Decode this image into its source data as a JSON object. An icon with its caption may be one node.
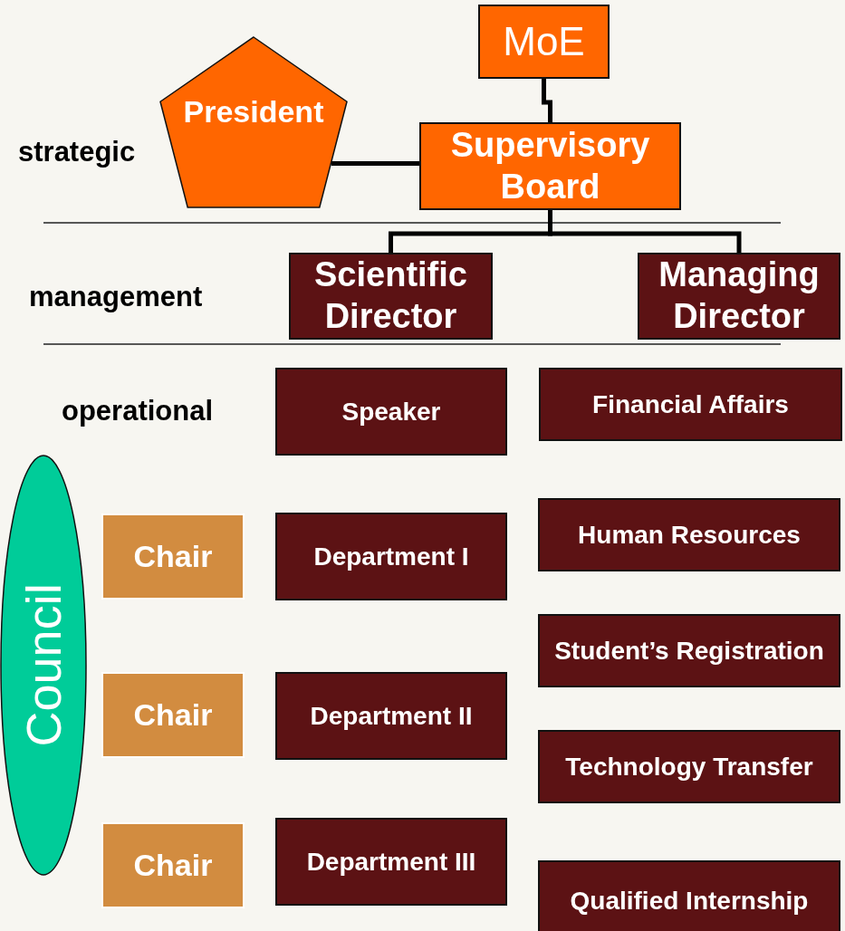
{
  "diagram": {
    "nodes": [
      {
        "text": [
          "MoE"
        ]
      },
      {
        "text": [
          "President"
        ]
      },
      {
        "text": [
          "Supervisory Board"
        ]
      },
      {
        "text": [
          "Scientific Director"
        ]
      },
      {
        "text": [
          "Managing Director"
        ]
      },
      {
        "text": [
          "Speaker"
        ]
      },
      {
        "text": [
          "Financial Affairs"
        ]
      },
      {
        "text": [
          "Council"
        ]
      },
      {
        "text": [
          "Chair"
        ]
      },
      {
        "text": [
          "Department I"
        ]
      },
      {
        "text": [
          "Human Resources"
        ]
      },
      {
        "text": [
          "Student’s Registration"
        ]
      },
      {
        "text": [
          "Chair"
        ]
      },
      {
        "text": [
          "Department II"
        ]
      },
      {
        "text": [
          "Technology Transfer"
        ]
      },
      {
        "text": [
          "Chair"
        ]
      },
      {
        "text": [
          "Department III"
        ]
      },
      {
        "text": [
          "Qualified Internship"
        ]
      }
    ],
    "edges": [
      {
        "from": 0,
        "to": 2,
        "arrow": "none"
      },
      {
        "from": 1,
        "to": 2,
        "arrow": "none"
      },
      {
        "from": 2,
        "to": 3,
        "arrow": "none"
      },
      {
        "from": 2,
        "to": 4,
        "arrow": "none"
      }
    ],
    "labels": [
      "strategic",
      "management",
      "operational"
    ]
  }
}
